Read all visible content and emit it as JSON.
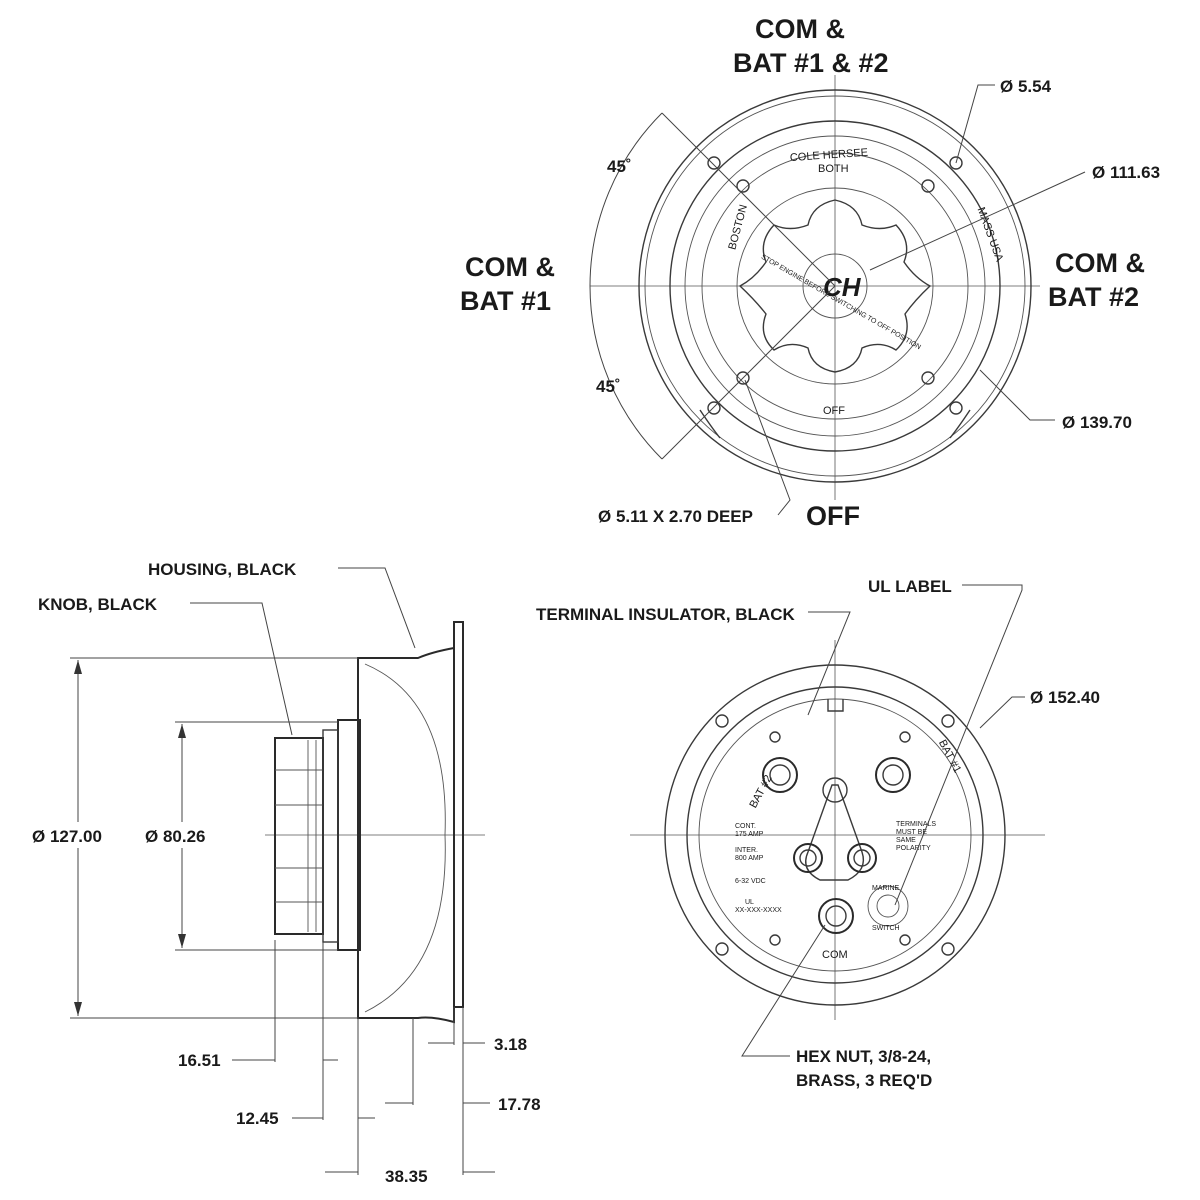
{
  "top_view": {
    "position_top": [
      "COM &",
      "BAT #1 & #2"
    ],
    "position_left": [
      "COM &",
      "BAT #1"
    ],
    "position_right": [
      "COM &",
      "BAT #2"
    ],
    "position_bottom": "OFF",
    "angle_upper": "45˚",
    "angle_lower": "45˚",
    "dim_hole": "Ø 5.54",
    "dim_inner": "Ø 111.63",
    "dim_outer": "Ø 139.70",
    "dim_deep_hole": "Ø 5.11 X 2.70 DEEP",
    "dial_text_top": "COLE HERSEE",
    "dial_text_both": "BOTH",
    "dial_text_left": "BOSTON",
    "dial_text_right": "MASS USA",
    "dial_text_bottom": "STOP ENGINE BEFORE SWITCHING TO OFF POSITION",
    "dial_text_off": "OFF",
    "logo_text": "CH"
  },
  "side_view": {
    "label_housing": "HOUSING, BLACK",
    "label_knob": "KNOB, BLACK",
    "dim_outer_dia": "Ø 127.00",
    "dim_knob_dia": "Ø 80.26",
    "dim_16_51": "16.51",
    "dim_12_45": "12.45",
    "dim_38_35": "38.35",
    "dim_3_18": "3.18",
    "dim_17_78": "17.78"
  },
  "rear_view": {
    "label_terminal_insulator": "TERMINAL INSULATOR, BLACK",
    "label_ul": "UL LABEL",
    "dim_flange": "Ø 152.40",
    "terminal_bat2": "BAT #2",
    "terminal_bat1": "BAT #1",
    "terminal_com": "COM",
    "rating_1": [
      "CONT.",
      "175 AMP"
    ],
    "rating_2": [
      "INTER.",
      "800 AMP"
    ],
    "rating_3": "6-32 VDC",
    "rating_4": [
      "UL",
      "XX-XXX-XXXX"
    ],
    "note_polarity": [
      "TERMINALS",
      "MUST BE",
      "SAME",
      "POLARITY"
    ],
    "ul_mark_text": [
      "MARINE",
      "SWITCH"
    ],
    "label_hex_nut": [
      "HEX NUT, 3/8-24,",
      "BRASS, 3 REQ'D"
    ]
  }
}
